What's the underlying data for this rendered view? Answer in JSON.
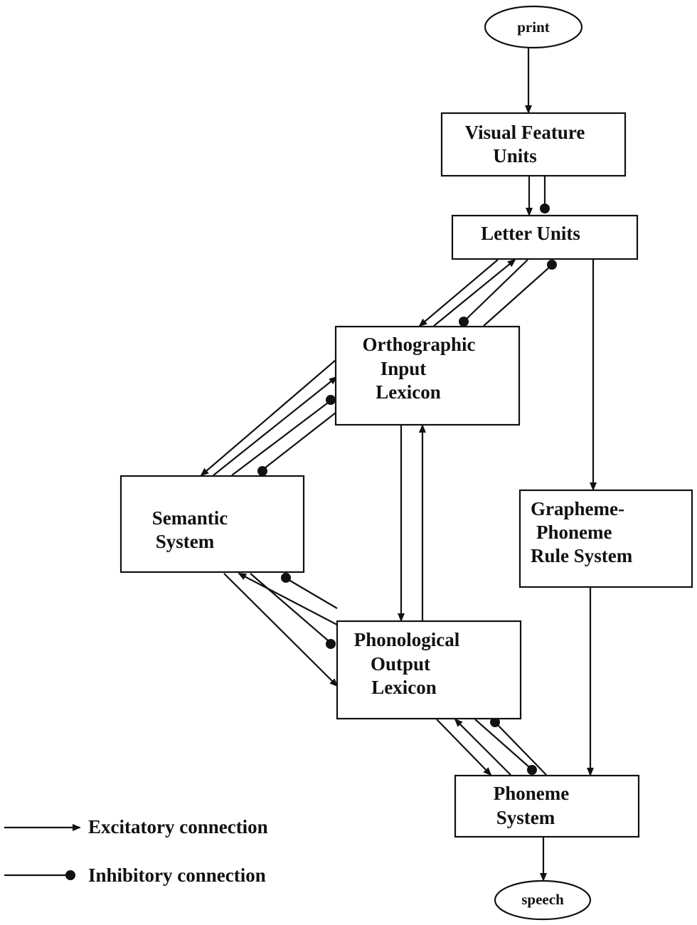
{
  "nodes": {
    "print": {
      "label": "print"
    },
    "visual_feature_units": {
      "lines": [
        "Visual Feature",
        "Units"
      ]
    },
    "letter_units": {
      "lines": [
        "Letter Units"
      ]
    },
    "orthographic_input_lexicon": {
      "lines": [
        "Orthographic",
        "Input",
        "Lexicon"
      ]
    },
    "semantic_system": {
      "lines": [
        "Semantic",
        "System"
      ]
    },
    "grapheme_phoneme_rule_system": {
      "lines": [
        "Grapheme-",
        "Phoneme",
        "Rule System"
      ]
    },
    "phonological_output_lexicon": {
      "lines": [
        "Phonological",
        "Output",
        "Lexicon"
      ]
    },
    "phoneme_system": {
      "lines": [
        "Phoneme",
        "System"
      ]
    },
    "speech": {
      "label": "speech"
    }
  },
  "legend": {
    "excitatory": "Excitatory connection",
    "inhibitory": "Inhibitory connection"
  }
}
